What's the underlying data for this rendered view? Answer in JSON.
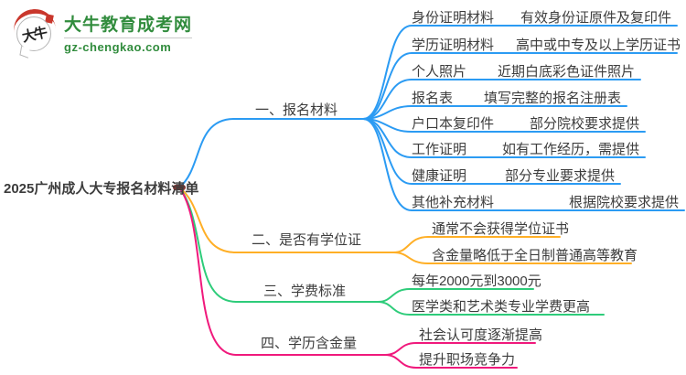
{
  "logo": {
    "icon_text": "大牛",
    "site_name": "大牛教育成考网",
    "site_url": "gz-chengkao.com",
    "brand_green": "#318c3d",
    "brand_red": "#c9372c"
  },
  "root": {
    "title": "2025广州成人大专报名材料清单",
    "hub_color": "#8b3a35"
  },
  "branches": [
    {
      "label": "一、报名材料",
      "color": "#2b9bf3",
      "items": [
        {
          "label": "身份证明材料",
          "value": "有效身份证原件及复印件"
        },
        {
          "label": "学历证明材料",
          "value": "高中或中专及以上学历证书"
        },
        {
          "label": "个人照片",
          "value": "近期白底彩色证件照片"
        },
        {
          "label": "报名表",
          "value": "填写完整的报名注册表"
        },
        {
          "label": "户口本复印件",
          "value": "部分院校要求提供"
        },
        {
          "label": "工作证明",
          "value": "如有工作经历，需提供"
        },
        {
          "label": "健康证明",
          "value": "部分专业要求提供"
        },
        {
          "label": "其他补充材料",
          "value": "根据院校要求提供"
        }
      ]
    },
    {
      "label": "二、是否有学位证",
      "color": "#ffaf26",
      "items": [
        {
          "text": "通常不会获得学位证书"
        },
        {
          "text": "含金量略低于全日制普通高等教育"
        }
      ]
    },
    {
      "label": "三、学费标准",
      "color": "#2ecc7a",
      "items": [
        {
          "text": "每年2000元到3000元"
        },
        {
          "text": "医学类和艺术类专业学费更高"
        }
      ]
    },
    {
      "label": "四、学历含金量",
      "color": "#f0197c",
      "items": [
        {
          "text": "社会认可度逐渐提高"
        },
        {
          "text": "提升职场竞争力"
        }
      ]
    }
  ]
}
